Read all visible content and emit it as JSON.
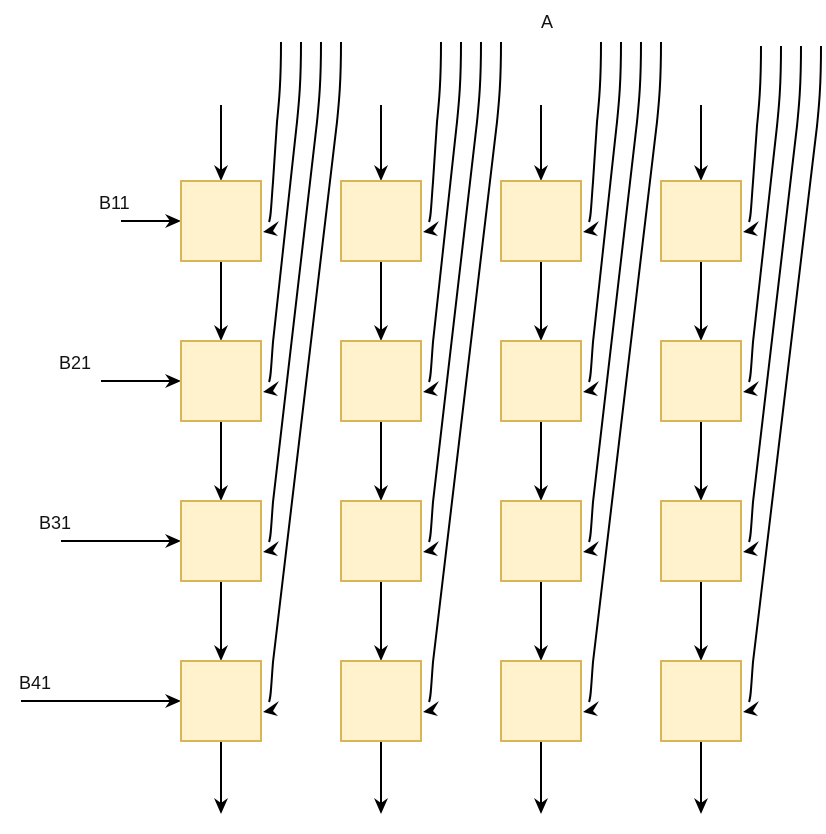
{
  "diagram": {
    "type": "systolic-array",
    "rows": 4,
    "cols": 4,
    "top_label": "A",
    "row_labels": [
      "B11",
      "B21",
      "B31",
      "B41"
    ],
    "node_fill": "#fff2cc",
    "node_stroke": "#d6b656",
    "line_color": "#000000",
    "connections": {
      "vertical_flow": "each column passes data downward from top input through all 4 processing elements and out the bottom",
      "row_inputs": "each row receives input B_i1 from the left into the first column's processing element",
      "diagonal_feeds": "each column has 4 curved lines from A at the top, each feeding one processing element of that column from the right side"
    }
  }
}
